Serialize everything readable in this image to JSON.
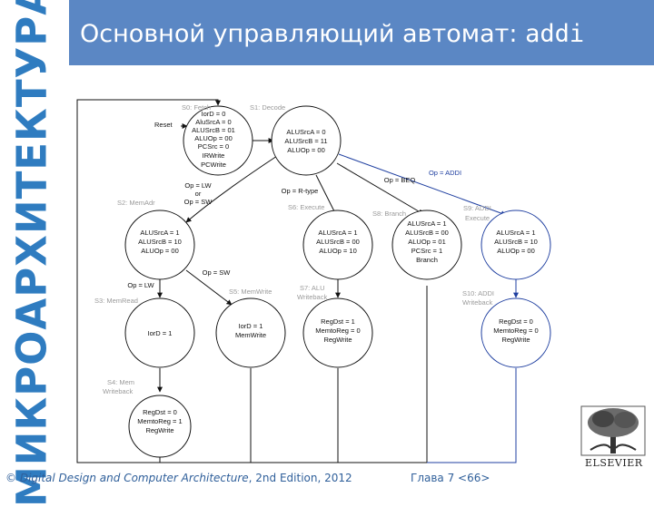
{
  "sidebar_text": "МИКРОАРХИТЕКТУРА",
  "title": {
    "main": "Основной управляющий автомат: ",
    "mono": "addi"
  },
  "footer": {
    "copyright": "© ",
    "book": "Digital Design and Computer Architecture",
    "rest": ", 2nd Edition, 2012",
    "chapter": "Глава 7 <66>"
  },
  "publisher": "ELSEVIER",
  "states": [
    {
      "name": "S0: Fetch",
      "lines": [
        "IorD = 0",
        "AluSrcA = 0",
        "ALUSrcB = 01",
        "ALUOp = 00",
        "PCSrc = 0",
        "IRWrite",
        "PCWrite"
      ],
      "highlight": false
    },
    {
      "name": "S1: Decode",
      "lines": [
        "ALUSrcA = 0",
        "ALUSrcB = 11",
        "ALUOp = 00"
      ],
      "highlight": false
    },
    {
      "name": "S2: MemAdr",
      "lines": [
        "ALUSrcA = 1",
        "ALUSrcB = 10",
        "ALUOp = 00"
      ],
      "highlight": false
    },
    {
      "name": "S6: Execute",
      "lines": [
        "ALUSrcA = 1",
        "ALUSrcB = 00",
        "ALUOp = 10"
      ],
      "highlight": false
    },
    {
      "name": "S8: Branch",
      "lines": [
        "ALUSrcA = 1",
        "ALUSrcB = 00",
        "ALUOp = 01",
        "PCSrc = 1",
        "Branch"
      ],
      "highlight": false
    },
    {
      "name": "S9: ADDI Execute",
      "lines": [
        "ALUSrcA = 1",
        "ALUSrcB = 10",
        "ALUOp = 00"
      ],
      "highlight": true
    },
    {
      "name": "S3: MemRead",
      "lines": [
        "IorD = 1"
      ],
      "highlight": false
    },
    {
      "name": "S5: MemWrite",
      "lines": [
        "IorD = 1",
        "MemWrite"
      ],
      "highlight": false
    },
    {
      "name": "S7: ALU Writeback",
      "lines": [
        "RegDst = 1",
        "MemtoReg = 0",
        "RegWrite"
      ],
      "highlight": false
    },
    {
      "name": "S10: ADDI Writeback",
      "lines": [
        "RegDst = 0",
        "MemtoReg = 0",
        "RegWrite"
      ],
      "highlight": true
    },
    {
      "name": "S4: Mem Writeback",
      "lines": [
        "RegDst = 0",
        "MemtoReg = 1",
        "RegWrite"
      ],
      "highlight": false
    }
  ],
  "reset_label": "Reset",
  "conditions": {
    "lw_sw": [
      "Op = LW",
      "or",
      "Op = SW"
    ],
    "rtype": "Op = R-type",
    "beq": "Op = BEQ",
    "addi": "Op = ADDI",
    "lw": "Op = LW",
    "sw": "Op = SW"
  },
  "colors": {
    "title_bar": "#5b87c4",
    "sidebar_text": "#2f7cc0",
    "highlight": "#1f3fa0",
    "footer_text": "#2f5f9a"
  }
}
